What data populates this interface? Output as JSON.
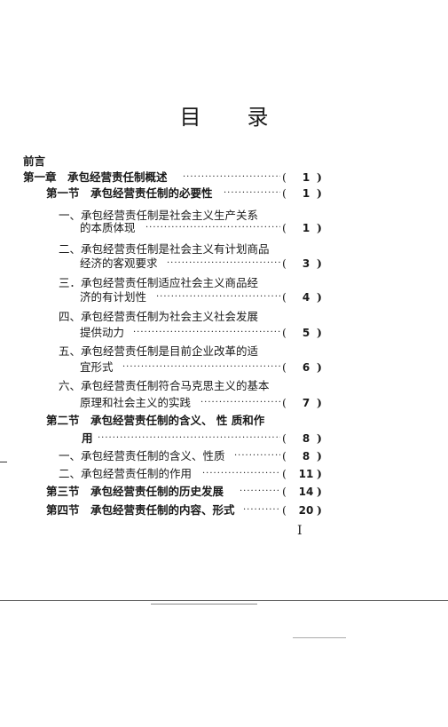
{
  "title": {
    "left": "目",
    "right": "录"
  },
  "toc": {
    "preface": "前言",
    "ch1": {
      "text": "第一章　承包经营责任制概述",
      "page": "1"
    },
    "s1": {
      "text": "第一节　承包经营责任制的必要性",
      "page": "1"
    },
    "s1_1": {
      "line1": "一、承包经营责任制是社会主义生产关系",
      "line2": "的本质体现",
      "page": "1"
    },
    "s1_2": {
      "line1": "二、承包经营责任制是社会主义有计划商品",
      "line2": "经济的客观要求",
      "page": "3"
    },
    "s1_3": {
      "line1": "三．承包经营责任制适应社会主义商品经",
      "line2": "济的有计划性",
      "page": "4"
    },
    "s1_4": {
      "line1": "四、承包经营责任制为社会主义社会发展",
      "line2": "提供动力",
      "page": "5"
    },
    "s1_5": {
      "line1": "五、承包经营责任制是目前企业改革的适",
      "line2": "宜形式",
      "page": "6"
    },
    "s1_6": {
      "line1": "六、承包经营责任制符合马克思主义的基本",
      "line2": "原理和社会主义的实践",
      "page": "7"
    },
    "s2": {
      "line1": "第二节　承包经营责任制的含义、 性 质和作",
      "line2": "用",
      "page": "8"
    },
    "s2_1": {
      "text": "一、承包经营责任制的含义、性质",
      "page": "8"
    },
    "s2_2": {
      "text": "二、承包经营责任制的作用",
      "page": "11"
    },
    "s3": {
      "text": "第三节　承包经营责任制的历史发展",
      "page": "14"
    },
    "s4": {
      "text": "第四节　承包经营责任制的内容、形式",
      "page": "20"
    }
  },
  "footer": {
    "page_roman": "I"
  }
}
